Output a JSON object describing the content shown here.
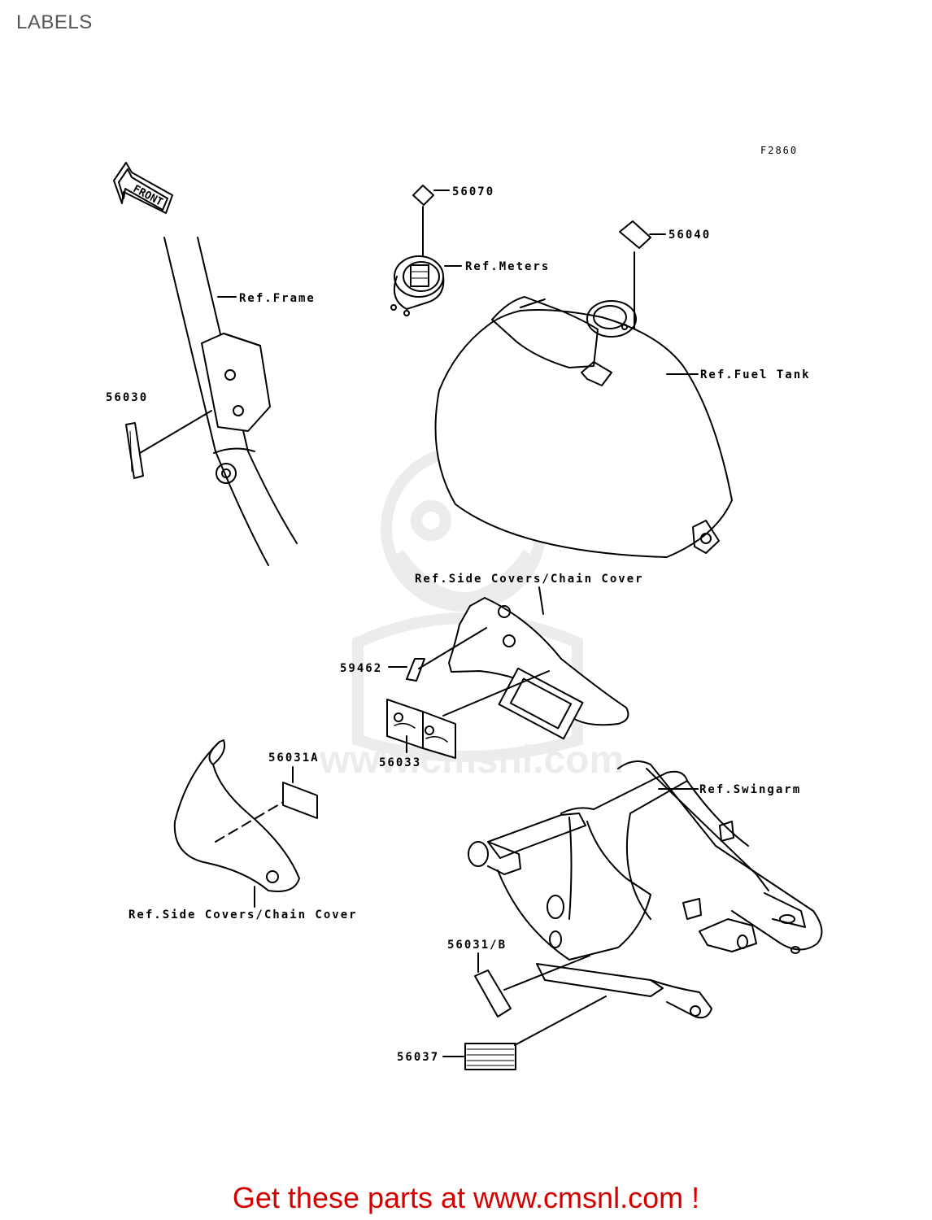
{
  "page": {
    "title": "LABELS",
    "figure_id": "F2860",
    "footer": "Get these parts at www.cmsnl.com !"
  },
  "watermark": {
    "text": "www.cmsnl.com"
  },
  "front_arrow": {
    "text": "FRONT"
  },
  "callouts": {
    "p56070": "56070",
    "p56040": "56040",
    "ref_meters": "Ref.Meters",
    "ref_frame": "Ref.Frame",
    "ref_fuel_tank": "Ref.Fuel Tank",
    "p56030": "56030",
    "ref_side_covers_top": "Ref.Side Covers/Chain Cover",
    "p59462": "59462",
    "p56033": "56033",
    "p56031a": "56031A",
    "ref_swingarm": "Ref.Swingarm",
    "ref_side_covers_bottom": "Ref.Side Covers/Chain Cover",
    "p56031b": "56031/B",
    "p56037": "56037"
  },
  "colors": {
    "line": "#000000",
    "title": "#555555",
    "footer": "#d40000",
    "watermark": "#808080"
  }
}
